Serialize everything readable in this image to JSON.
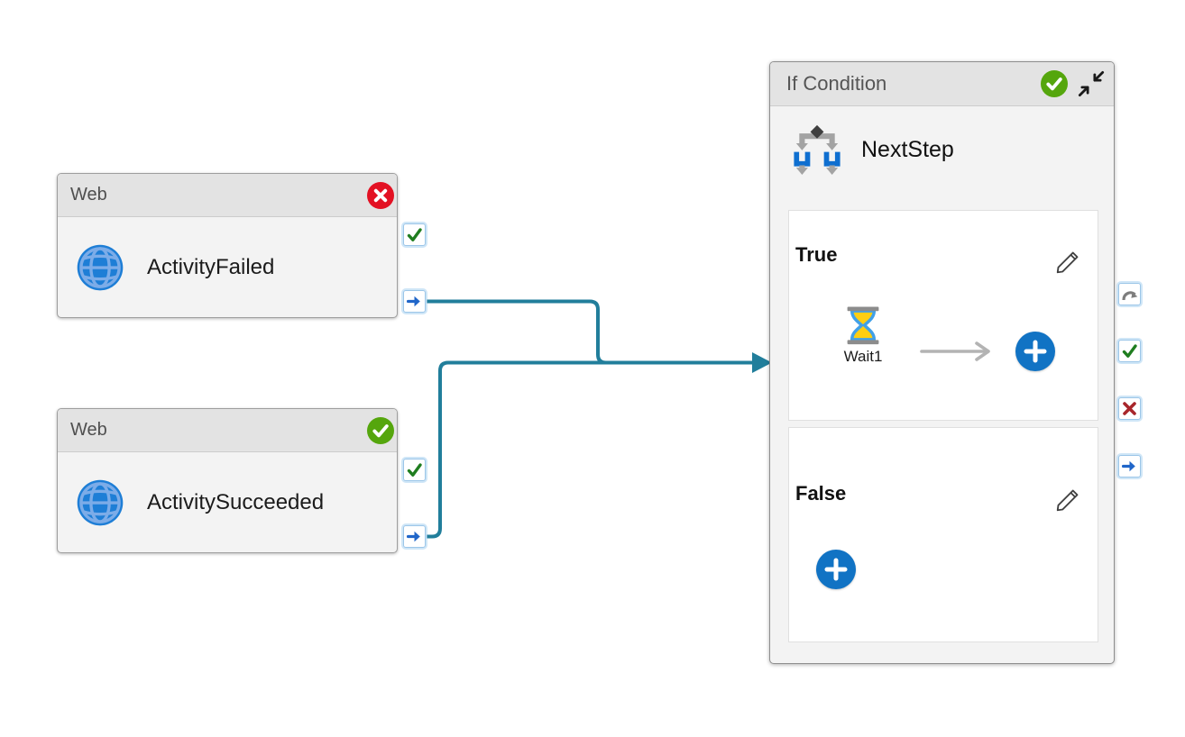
{
  "app": {
    "name": "pipeline-canvas"
  },
  "colors": {
    "connector_teal": "#217E9B",
    "node_header_bg": "#E3E3E3",
    "node_body_bg": "#F3F3F3",
    "success_green": "#55A60D",
    "error_red": "#E31123",
    "port_check_green": "#1F7D1F",
    "port_fail_red": "#A8262B",
    "port_arrow_blue": "#2066C9",
    "port_skip_gray": "#7D7D7D",
    "add_button_blue": "#1173C4",
    "web_icon_blue": "#1E7ED6"
  },
  "nodes": {
    "web_failed": {
      "type_label": "Web",
      "name": "ActivityFailed",
      "status": "failed",
      "icons": {
        "activity": "globe-icon",
        "status": "error-badge"
      },
      "ports": {
        "success": "check-port",
        "completion": "arrow-port"
      }
    },
    "web_succeeded": {
      "type_label": "Web",
      "name": "ActivitySucceeded",
      "status": "succeeded",
      "icons": {
        "activity": "globe-icon",
        "status": "success-badge"
      },
      "ports": {
        "success": "check-port",
        "completion": "arrow-port"
      }
    },
    "if_condition": {
      "type_label": "If Condition",
      "name": "NextStep",
      "status": "succeeded",
      "icons": {
        "activity": "if-condition-icon",
        "status": "success-badge",
        "collapse": "collapse-icon"
      },
      "branches": {
        "true_branch": {
          "label": "True",
          "edit_icon": "pencil-icon",
          "add_icon": "plus-icon",
          "activities": {
            "wait1": {
              "name": "Wait1",
              "icon": "hourglass-icon"
            }
          }
        },
        "false_branch": {
          "label": "False",
          "edit_icon": "pencil-icon",
          "add_icon": "plus-icon"
        }
      },
      "ports": {
        "skipped": "skip-port",
        "succeeded": "check-port",
        "failed": "x-port",
        "completion": "arrow-port"
      }
    }
  },
  "edges": [
    {
      "from": "ActivityFailed",
      "from_port": "completion",
      "to": "NextStep"
    },
    {
      "from": "ActivitySucceeded",
      "from_port": "completion",
      "to": "NextStep"
    }
  ]
}
